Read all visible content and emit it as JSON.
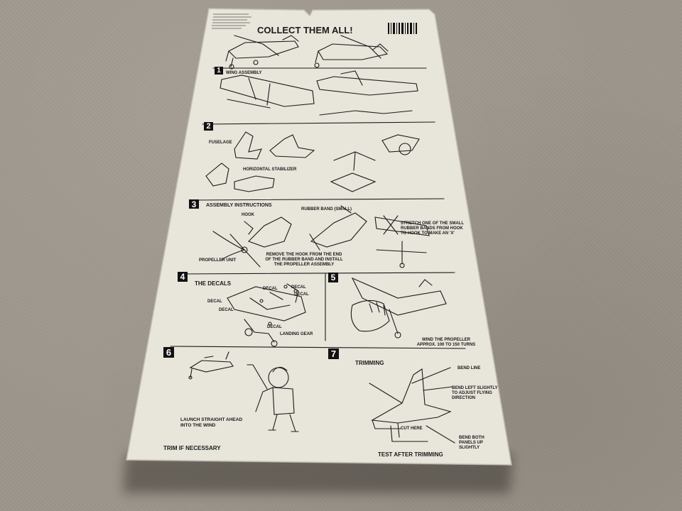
{
  "sheet": {
    "title": "COLLECT THEM ALL!",
    "steps": {
      "s1": "1",
      "s2": "2",
      "s3": "3",
      "s4": "4",
      "s5": "5",
      "s6": "6",
      "s7": "7"
    },
    "section3_title": "ASSEMBLY INSTRUCTIONS",
    "section4_title": "THE DECALS",
    "section7_title": "TRIMMING",
    "labels": {
      "hook": "HOOK",
      "rubber_band": "RUBBER BAND (SMALL)",
      "propeller_unit": "PROPELLER UNIT",
      "remove_hook": "REMOVE THE HOOK FROM THE END OF THE RUBBER BAND AND INSTALL THE PROPELLER ASSEMBLY",
      "stretch": "STRETCH ONE OF THE SMALL RUBBER BANDS FROM HOOK TO HOOK TO MAKE AN 'X'",
      "decal": "DECAL",
      "landing_gear": "LANDING GEAR",
      "wind_propeller": "WIND THE PROPELLER APPROX. 100 TO 150 TURNS",
      "launch": "LAUNCH STRAIGHT AHEAD INTO THE WIND",
      "trim_if": "TRIM IF NECESSARY",
      "test_after": "TEST AFTER TRIMMING",
      "bend_line": "BEND LINE",
      "bend_left": "BEND LEFT SLIGHTLY TO ADJUST FLYING DIRECTION",
      "cut_here": "CUT HERE",
      "bend_both": "BEND BOTH PANELS UP SLIGHTLY",
      "wing_assembly": "WING ASSEMBLY",
      "fuselage": "FUSELAGE",
      "horizontal_stabilizer": "HORIZONTAL STABILIZER"
    }
  },
  "colors": {
    "paper": "#e9e6dc",
    "ink": "#1a1a1a",
    "carpet": "#9d968c"
  }
}
